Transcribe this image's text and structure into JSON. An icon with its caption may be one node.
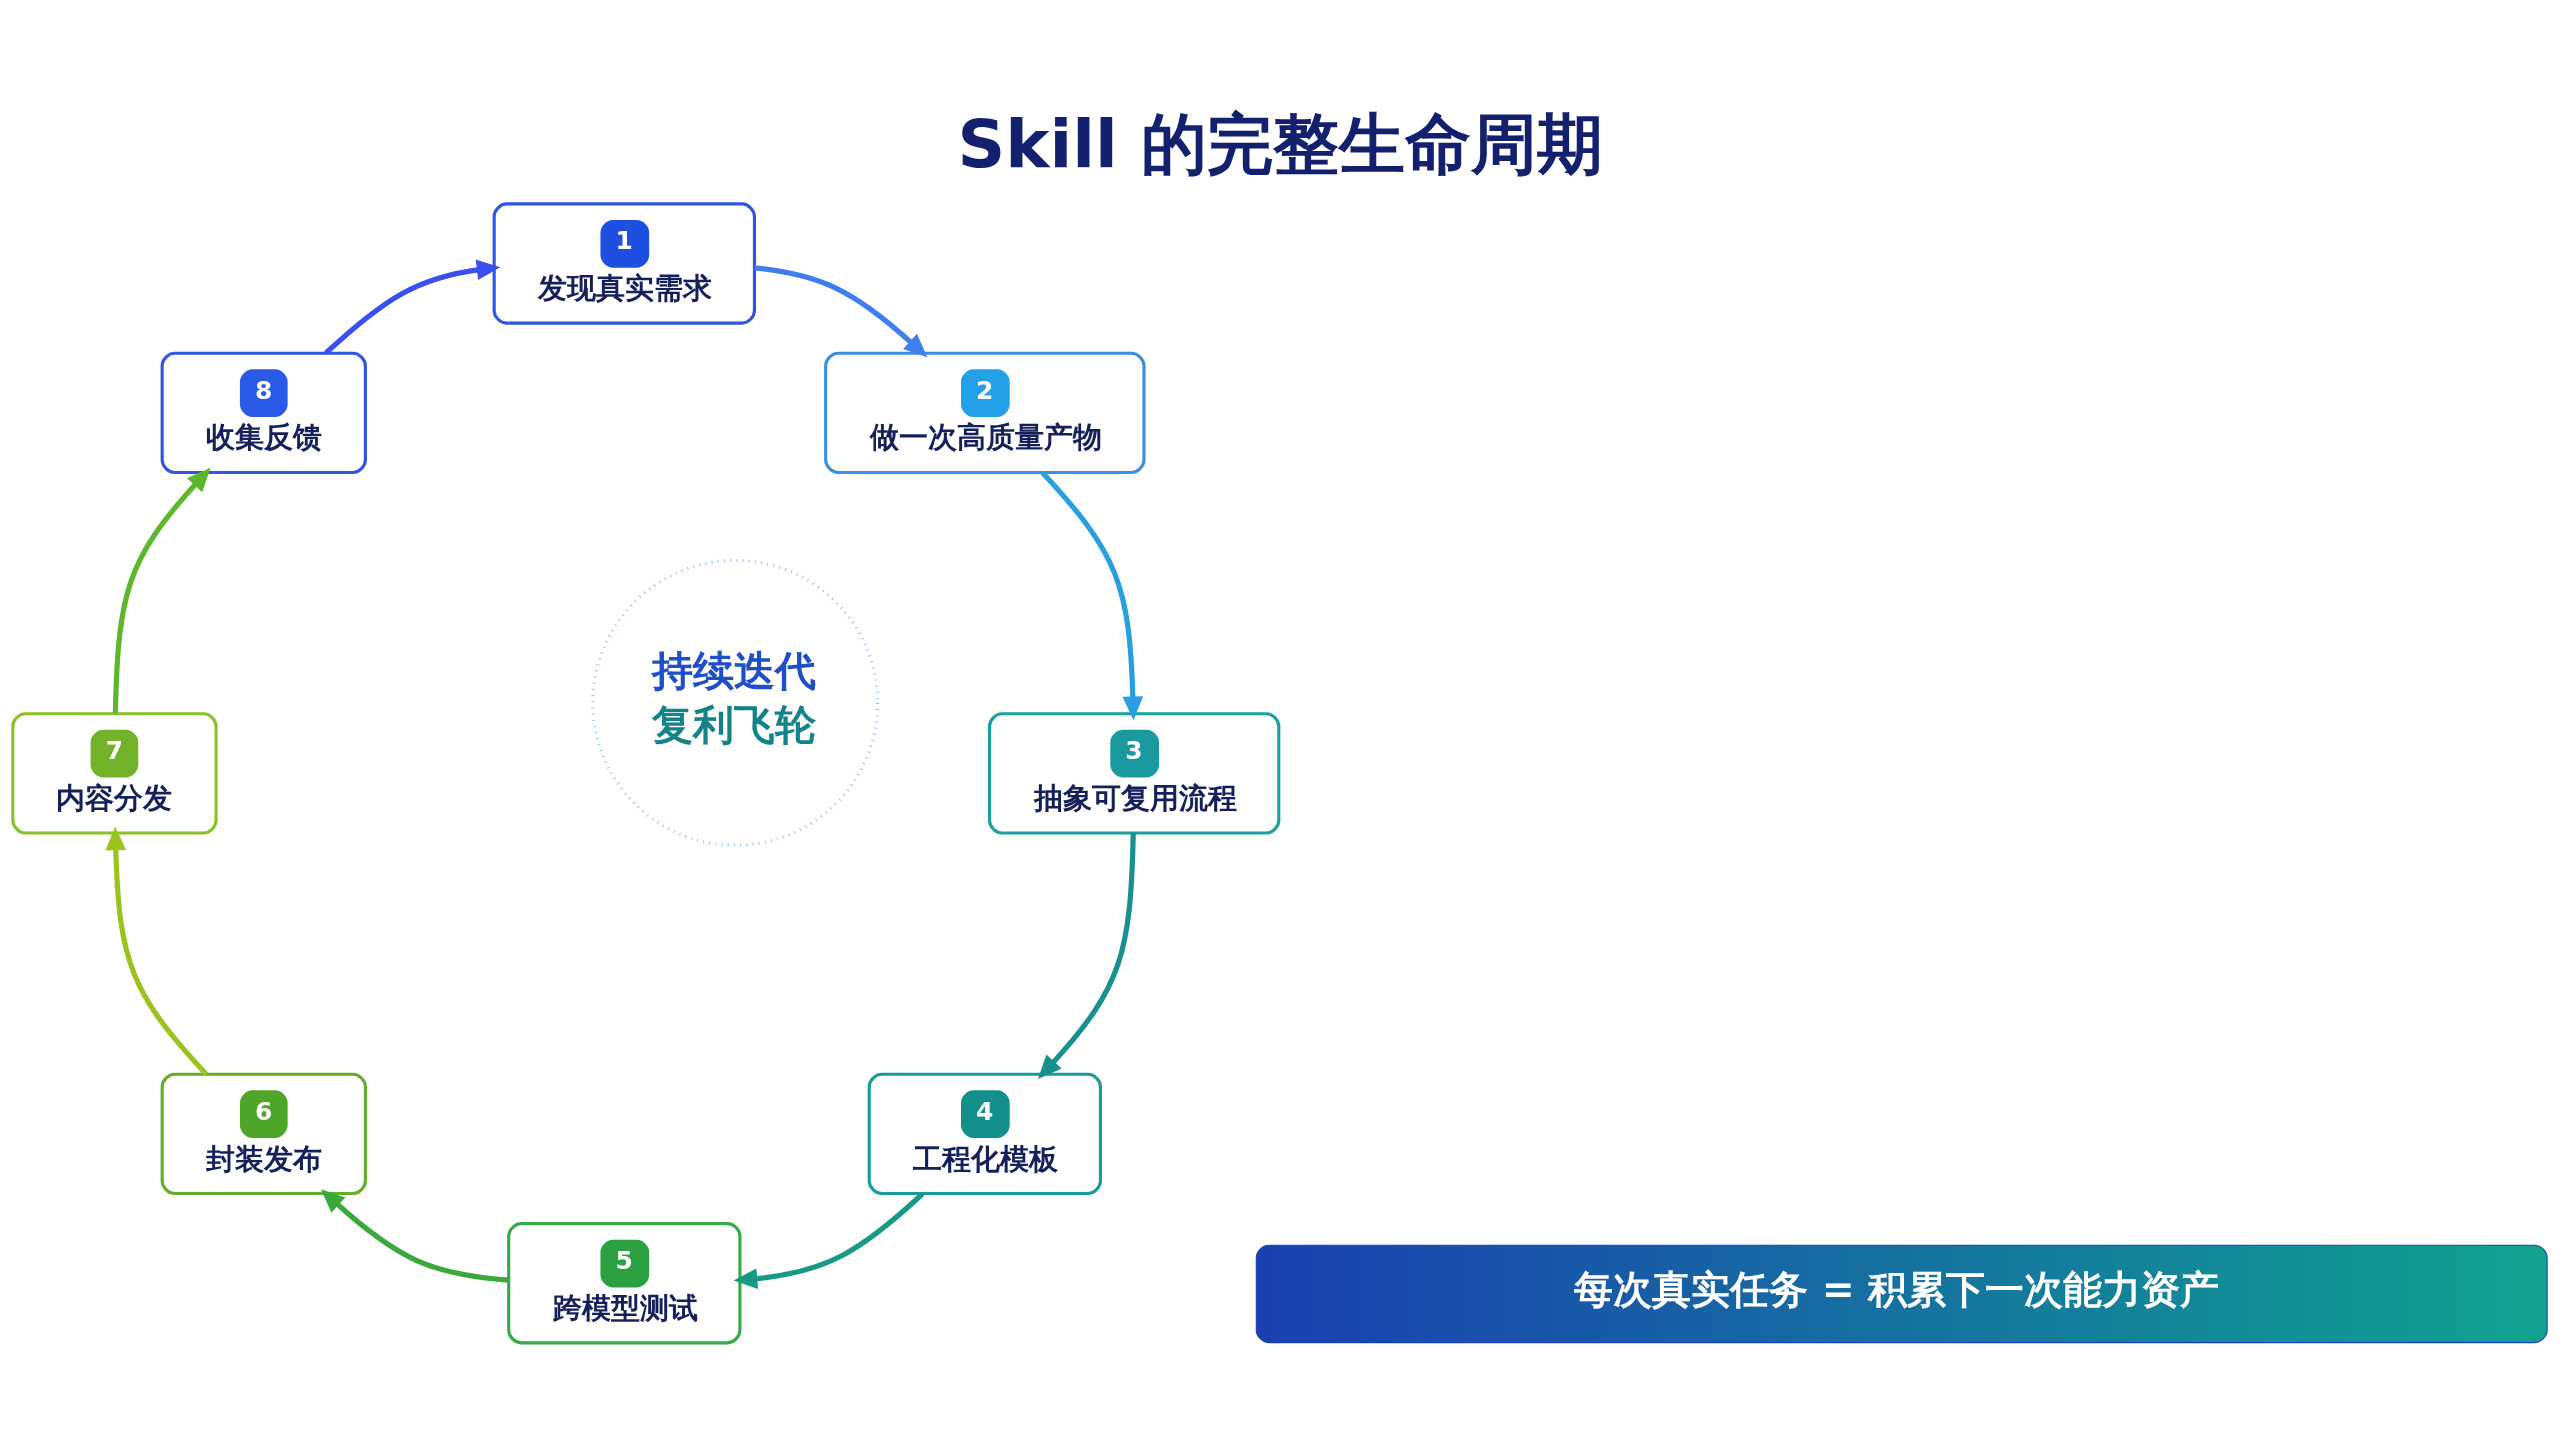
{
  "diagram": {
    "title": "Skill 的完整生命周期",
    "nodes": [
      {
        "text": [
          "1",
          "发现真实需求"
        ]
      },
      {
        "text": [
          "2",
          "做一次高质量产物"
        ]
      },
      {
        "text": [
          "3",
          "抽象可复用流程"
        ]
      },
      {
        "text": [
          "4",
          "工程化模板"
        ]
      },
      {
        "text": [
          "5",
          "跨模型测试"
        ]
      },
      {
        "text": [
          "6",
          "封装发布"
        ]
      },
      {
        "text": [
          "7",
          "内容分发"
        ]
      },
      {
        "text": [
          "8",
          "收集反馈"
        ]
      },
      {
        "text": [
          "持续迭代",
          "复利飞轮"
        ]
      },
      {
        "text": [
          "每次真实任务 = 积累下一次能力资产"
        ]
      }
    ],
    "edges": [
      {
        "from": 0,
        "to": 1,
        "arrow": "to",
        "color": "#3f7ef0"
      },
      {
        "from": 1,
        "to": 2,
        "arrow": "to",
        "color": "#2a9fe0"
      },
      {
        "from": 2,
        "to": 3,
        "arrow": "to",
        "color": "#17908f"
      },
      {
        "from": 3,
        "to": 4,
        "arrow": "to",
        "color": "#179a85"
      },
      {
        "from": 4,
        "to": 5,
        "arrow": "to",
        "color": "#3aa83a"
      },
      {
        "from": 5,
        "to": 6,
        "arrow": "to",
        "color": "#9bc31e"
      },
      {
        "from": 6,
        "to": 7,
        "arrow": "to",
        "color": "#5cb82a"
      },
      {
        "from": 7,
        "to": 0,
        "arrow": "to",
        "color": "#3a4ff0"
      }
    ]
  }
}
